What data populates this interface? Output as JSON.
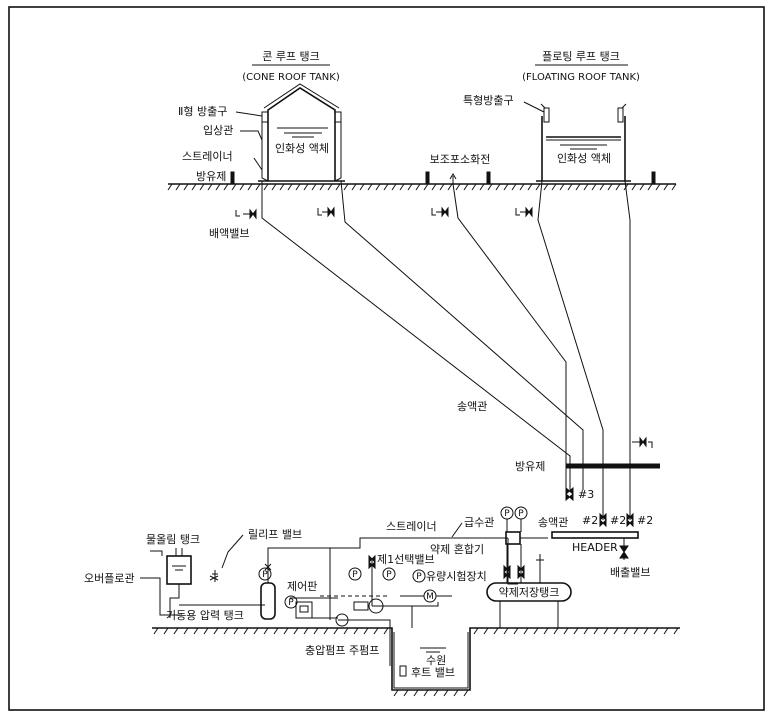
{
  "tanks": {
    "cone_title": "콘 루프 탱크",
    "cone_subtitle": "(CONE ROOF TANK)",
    "floating_title": "플로팅 루프 탱크",
    "floating_subtitle": "(FLOATING ROOF TANK)",
    "type1_outlet": "Ⅱ형 방출구",
    "riser": "입상관",
    "strainer_top": "스트레이너",
    "dike_top": "방유제",
    "flammable_cone": "인화성 액체",
    "special_outlet": "특형방출구",
    "flammable_floating": "인화성 액체",
    "aux_hydrant": "보조포소화전",
    "drain_valve": "배액밸브"
  },
  "piping": {
    "feed_pipe": "송액관",
    "dike_mid": "방유제",
    "valve_3": "#3",
    "valve_2a": "#2",
    "valve_2b": "#2",
    "valve_2c": "#2",
    "header": "HEADER",
    "discharge_valve": "배출밸브",
    "feed_pipe_2": "송액관"
  },
  "pump_room": {
    "priming_tank": "물올림 탱크",
    "relief_valve": "릴리프 밸브",
    "strainer": "스트레이너",
    "water_supply_pipe": "급수관",
    "proportioner": "약제 혼합기",
    "overflow_pipe": "오버플로관",
    "selector_valve": "제1선택밸브",
    "control_panel": "제어판",
    "flow_test": "유량시험장치",
    "agent_tank": "약제저장탱크",
    "pressure_tank": "기동용 압력 탱크",
    "pumps": "충압펌프 주펌프",
    "water_source": "수원",
    "foot_valve": "후트 밸브",
    "gauge_p": "P",
    "meter_m": "M"
  }
}
